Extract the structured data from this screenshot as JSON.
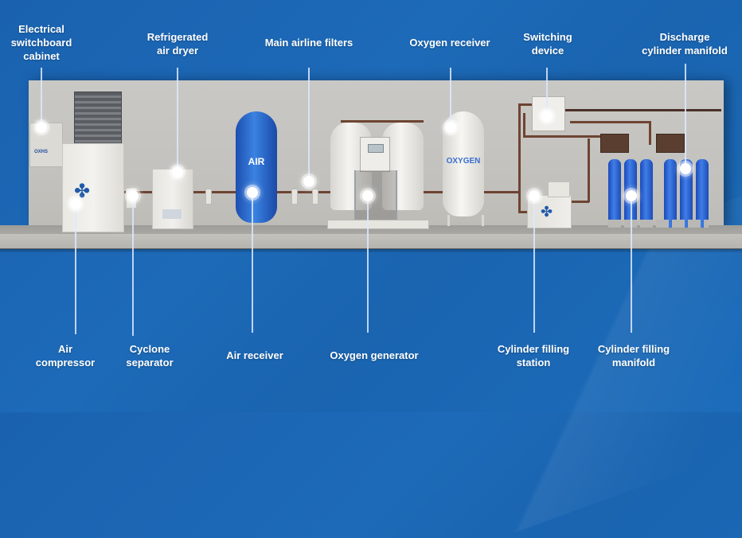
{
  "diagram": {
    "title": "Oxygen plant layout",
    "components": [
      {
        "id": "electrical-switchboard-cabinet",
        "label": "Electrical\nswitchboard\ncabinet",
        "position": "top"
      },
      {
        "id": "refrigerated-air-dryer",
        "label": "Refrigerated\nair dryer",
        "position": "top"
      },
      {
        "id": "main-airline-filters",
        "label": "Main airline filters",
        "position": "top"
      },
      {
        "id": "oxygen-receiver",
        "label": "Oxygen receiver",
        "position": "top"
      },
      {
        "id": "switching-device",
        "label": "Switching\ndevice",
        "position": "top"
      },
      {
        "id": "discharge-cylinder-manifold",
        "label": "Discharge\ncylinder manifold",
        "position": "top"
      },
      {
        "id": "air-compressor",
        "label": "Air\ncompressor",
        "position": "bottom"
      },
      {
        "id": "cyclone-separator",
        "label": "Cyclone\nseparator",
        "position": "bottom"
      },
      {
        "id": "air-receiver",
        "label": "Air receiver",
        "position": "bottom"
      },
      {
        "id": "oxygen-generator",
        "label": "Oxygen generator",
        "position": "bottom"
      },
      {
        "id": "cylinder-filling-station",
        "label": "Cylinder filling\nstation",
        "position": "bottom"
      },
      {
        "id": "cylinder-filling-manifold",
        "label": "Cylinder filling\nmanifold",
        "position": "bottom"
      }
    ],
    "tank_labels": {
      "air": "AIR",
      "oxygen": "OXYGEN"
    },
    "cabinet_brand": "OXHS",
    "colors": {
      "background": "#1b66b4",
      "wall": "#c6c5c1",
      "pipe": "#6e4432",
      "air_tank": "#2a6fd0",
      "cylinder": "#2c63d6",
      "label_text": "#ffffff"
    }
  }
}
